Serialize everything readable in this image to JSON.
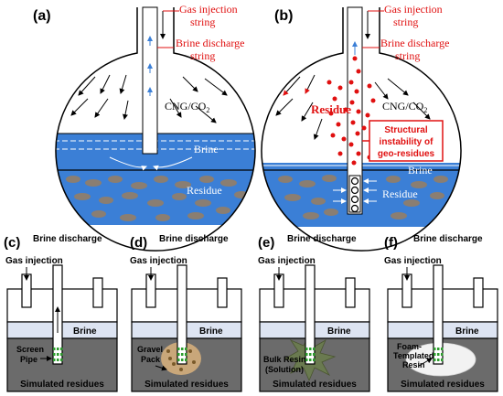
{
  "panels": {
    "a": {
      "tag": "(a)",
      "gas_injection": [
        "Gas injection",
        "string"
      ],
      "brine_discharge": [
        "Brine discharge",
        "string"
      ],
      "gas_label": "CNG/CO",
      "gas_sub": "2",
      "brine": "Brine",
      "residue": "Residue"
    },
    "b": {
      "tag": "(b)",
      "gas_injection": [
        "Gas injection",
        "string"
      ],
      "brine_discharge": [
        "Brine discharge",
        "string"
      ],
      "gas_label": "CNG/CO",
      "gas_sub": "2",
      "residue_red": "Residue",
      "box_text": [
        "Structural",
        "instability of",
        "geo-residues"
      ],
      "brine": "Brine",
      "residue": "Residue"
    },
    "c": {
      "tag": "(c)",
      "brine_discharge": "Brine discharge",
      "gas_injection": "Gas injection",
      "brine": "Brine",
      "media": [
        "Screen",
        "Pipe"
      ],
      "residues": "Simulated residues"
    },
    "d": {
      "tag": "(d)",
      "brine_discharge": "Brine discharge",
      "gas_injection": "Gas injection",
      "brine": "Brine",
      "media": [
        "Gravel",
        "Pack"
      ],
      "residues": "Simulated residues"
    },
    "e": {
      "tag": "(e)",
      "brine_discharge": "Brine discharge",
      "gas_injection": "Gas injection",
      "brine": "Brine",
      "media": [
        "Bulk Resin",
        "(Solution)"
      ],
      "residues": "Simulated residues"
    },
    "f": {
      "tag": "(f)",
      "brine_discharge": "Brine discharge",
      "gas_injection": "Gas injection",
      "brine": "Brine",
      "media": [
        "Foam-",
        "Templated",
        "Resin"
      ],
      "residues": "Simulated residues"
    }
  },
  "colors": {
    "brine_blue": "#3b7fd6",
    "annot_red": "#e01010",
    "residue_gray": "#6b6b6b",
    "brine_light": "#dde4f2"
  }
}
